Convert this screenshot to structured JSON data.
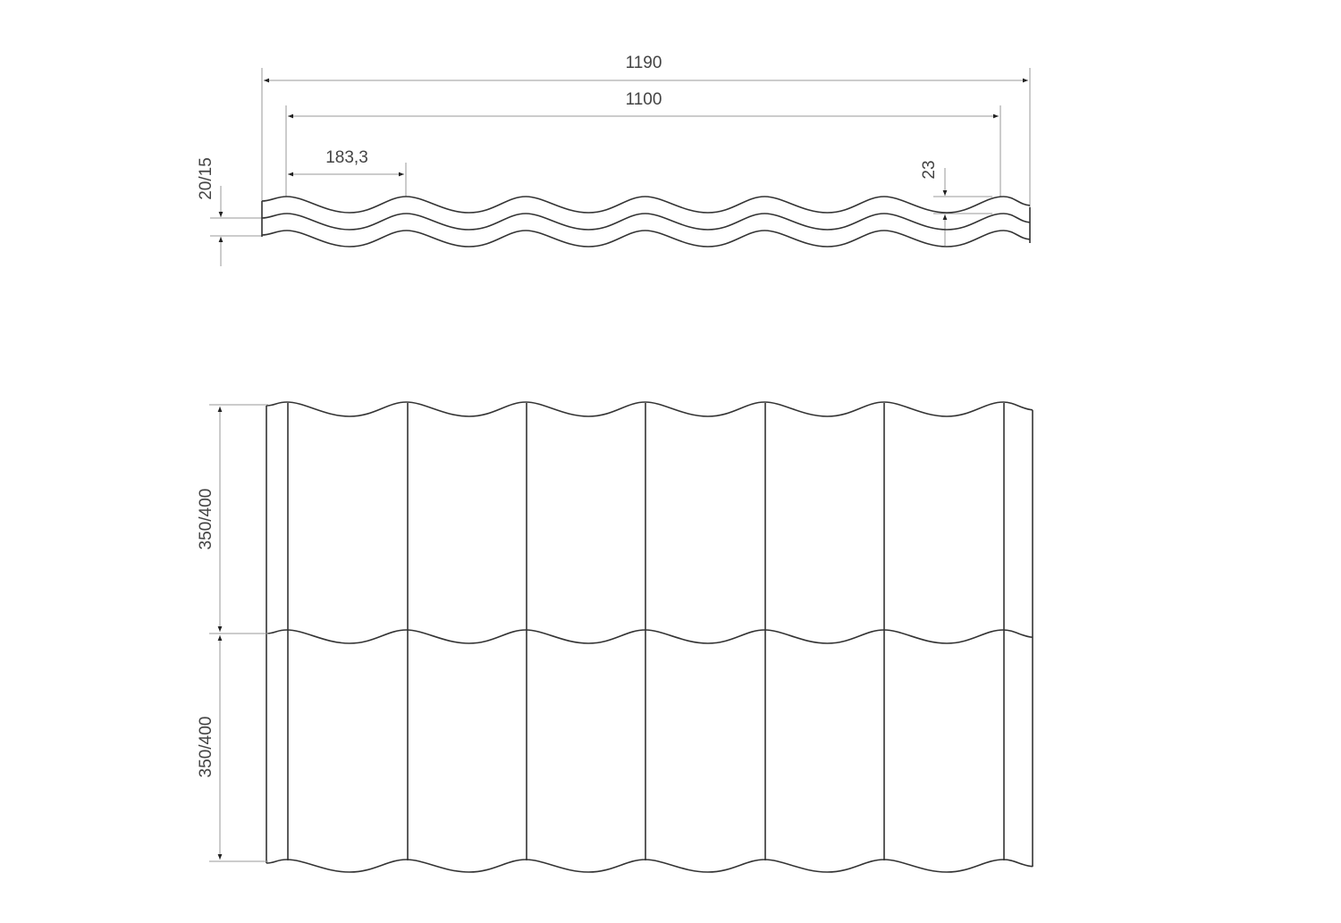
{
  "dimensions": {
    "overall_width": "1190",
    "effective_width": "1100",
    "wave_pitch": "183,3",
    "step_height": "20/15",
    "wave_height": "23",
    "row_length_upper": "350/400",
    "row_length_lower": "350/400"
  },
  "colors": {
    "line": "#333333",
    "dimension_line": "#999999",
    "text": "#444444"
  }
}
